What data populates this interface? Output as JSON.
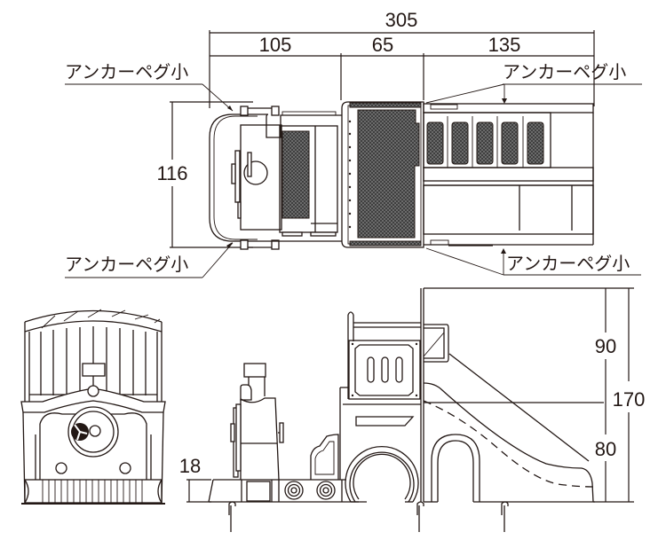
{
  "diagram": {
    "type": "technical drawing",
    "subject": "train-shaped playground slide (top, front and side views)",
    "line_color": "#231815",
    "mesh_color": "#5a5a5a",
    "dimensions": {
      "overall_length": "305",
      "segment_1": "105",
      "segment_2": "65",
      "segment_3": "135",
      "width": "116",
      "base_height": "18",
      "upper_height": "90",
      "total_height": "170",
      "lower_height": "80"
    },
    "labels": {
      "anchor_top_left": "アンカーペグ小",
      "anchor_top_right": "アンカーペグ小",
      "anchor_bottom_left": "アンカーペグ小",
      "anchor_bottom_right": "アンカーペグ小"
    },
    "views": [
      "top view",
      "front view",
      "side view"
    ]
  }
}
